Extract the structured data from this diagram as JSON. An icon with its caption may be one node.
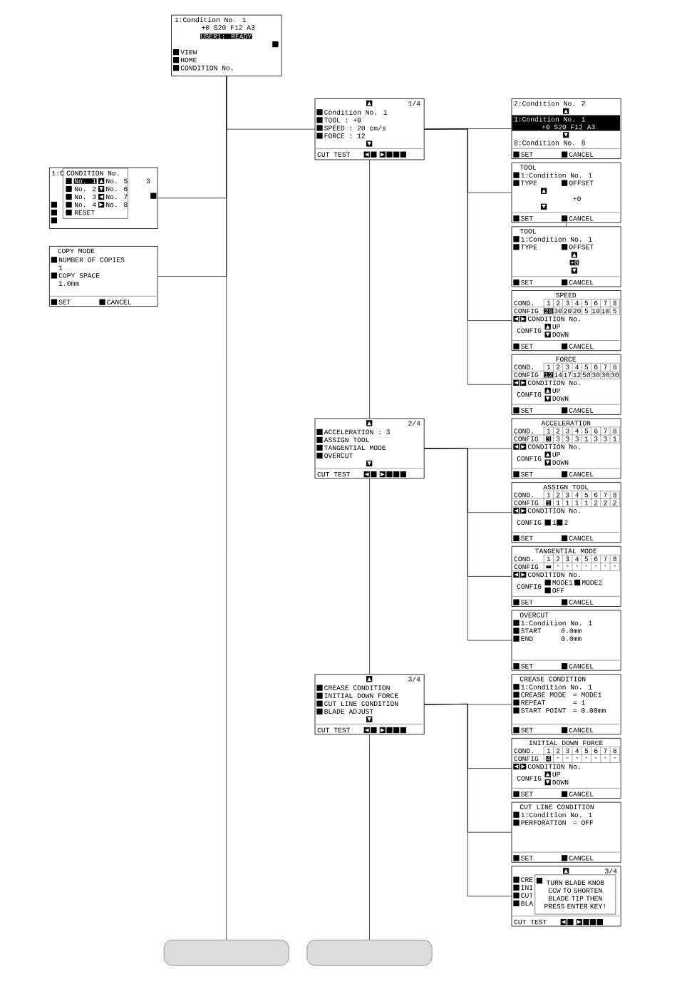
{
  "diagram": {
    "nodes": [
      {
        "text": [
          "1:Condition No. 1",
          "+0 S20 F12 A3",
          "USER1: READY",
          "VIEW",
          "HOME",
          "CONDITION No."
        ]
      },
      {
        "text": [
          "1:C",
          "3",
          "CONDITION No.",
          "No. 1",
          "No. 2",
          "No. 3",
          "No. 4",
          "RESET",
          "No. 5",
          "No. 6",
          "No. 7",
          "No. 8"
        ]
      },
      {
        "text": [
          "COPY MODE",
          "NUMBER OF COPIES",
          "1",
          "COPY SPACE",
          "1.0mm",
          "SET",
          "CANCEL"
        ]
      },
      {
        "text": [
          "1/4",
          "Condition No. 1",
          "TOOL : +0",
          "SPEED : 20 cm/s",
          "FORCE : 12",
          "CUT TEST"
        ]
      },
      {
        "text": [
          "2:Condition No. 2",
          "1:Condition No. 1",
          "+0 S20 F12 A3",
          "8:Condition No. 8",
          "SET",
          "CANCEL"
        ]
      },
      {
        "text": [
          "TOOL",
          "1:Condition No. 1",
          "TYPE",
          "OFFSET",
          "+0",
          "SET",
          "CANCEL"
        ]
      },
      {
        "text": [
          "TOOL",
          "1:Condition No. 1",
          "TYPE",
          "OFFSET",
          "+0",
          "SET",
          "CANCEL"
        ]
      },
      {
        "text": [
          "SPEED",
          "COND.",
          "1",
          "2",
          "3",
          "4",
          "5",
          "6",
          "7",
          "8",
          "CONFIG",
          "20",
          "30",
          "20",
          "20",
          "5",
          "10",
          "10",
          "5",
          "CONDITION No.",
          "CONFIG",
          "UP",
          "DOWN",
          "SET",
          "CANCEL"
        ]
      },
      {
        "text": [
          "FORCE",
          "COND.",
          "1",
          "2",
          "3",
          "4",
          "5",
          "6",
          "7",
          "8",
          "CONFIG",
          "12",
          "14",
          "17",
          "12",
          "50",
          "30",
          "30",
          "30",
          "CONDITION No.",
          "CONFIG",
          "UP",
          "DOWN",
          "SET",
          "CANCEL"
        ]
      },
      {
        "text": [
          "2/4",
          "ACCELERATION : 3",
          "ASSIGN TOOL",
          "TANGENTIAL MODE",
          "OVERCUT",
          "CUT TEST"
        ]
      },
      {
        "text": [
          "ACCELERATION",
          "COND.",
          "1",
          "2",
          "3",
          "4",
          "5",
          "6",
          "7",
          "8",
          "CONFIG",
          "3",
          "3",
          "3",
          "3",
          "1",
          "3",
          "3",
          "1",
          "CONDITION No.",
          "CONFIG",
          "UP",
          "DOWN",
          "SET",
          "CANCEL"
        ]
      },
      {
        "text": [
          "ASSIGN TOOL",
          "COND.",
          "1",
          "2",
          "3",
          "4",
          "5",
          "6",
          "7",
          "8",
          "CONFIG",
          "1",
          "1",
          "1",
          "1",
          "1",
          "2",
          "2",
          "2",
          "CONDITION No.",
          "CONFIG",
          "1",
          "2",
          "SET",
          "CANCEL"
        ]
      },
      {
        "text": [
          "TANGENTIAL MODE",
          "COND.",
          "1",
          "2",
          "3",
          "4",
          "5",
          "6",
          "7",
          "8",
          "CONFIG",
          "-",
          "-",
          "-",
          "-",
          "-",
          "-",
          "-",
          "-",
          "CONDITION No.",
          "CONFIG",
          "MODE1",
          "MODE2",
          "OFF",
          "SET",
          "CANCEL"
        ]
      },
      {
        "text": [
          "OVERCUT",
          "1:Condition No. 1",
          "START",
          "0.0mm",
          "END",
          "0.0mm",
          "SET",
          "CANCEL"
        ]
      },
      {
        "text": [
          "3/4",
          "CREASE CONDITION",
          "INITIAL DOWN FORCE",
          "CUT LINE CONDITION",
          "BLADE ADJUST",
          "CUT TEST"
        ]
      },
      {
        "text": [
          "CREASE CONDITION",
          "1:Condition No. 1",
          "CREASE MODE",
          "= MODE1",
          "REPEAT",
          "= 1",
          "START POINT",
          "= 0.00mm",
          "SET",
          "CANCEL"
        ]
      },
      {
        "text": [
          "INITIAL DOWN FORCE",
          "COND.",
          "1",
          "2",
          "3",
          "4",
          "5",
          "6",
          "7",
          "8",
          "CONFIG",
          "4",
          "-",
          "-",
          "-",
          "-",
          "-",
          "-",
          "-",
          "CONDITION No.",
          "CONFIG",
          "UP",
          "DOWN",
          "SET",
          "CANCEL"
        ]
      },
      {
        "text": [
          "CUT LINE CONDITION",
          "1:Condition No. 1",
          "PERFORATION",
          "= OFF",
          "SET",
          "CANCEL"
        ]
      },
      {
        "text": [
          "3/4",
          "CRE",
          "INI",
          "CUT",
          "BLA",
          "TURN BLADE KNOB CCW TO SHORTEN BLADE TIP THEN PRESS ENTER KEY!",
          "CUT TEST"
        ]
      },
      {
        "text": [],
        "shape": "box"
      },
      {
        "text": [],
        "shape": "box"
      }
    ],
    "edges": [
      {
        "from": 0,
        "to": 3,
        "arrow": "none"
      },
      {
        "from": 0,
        "to": 1,
        "arrow": "none"
      },
      {
        "from": 0,
        "to": 2,
        "arrow": "none"
      },
      {
        "from": 0,
        "to": 19,
        "arrow": "none"
      },
      {
        "from": 3,
        "to": 9,
        "arrow": "none"
      },
      {
        "from": 9,
        "to": 14,
        "arrow": "none"
      },
      {
        "from": 14,
        "to": 20,
        "arrow": "none"
      },
      {
        "from": 3,
        "to": 4,
        "arrow": "none"
      },
      {
        "from": 3,
        "to": 5,
        "arrow": "none"
      },
      {
        "from": 5,
        "to": 6,
        "arrow": "none"
      },
      {
        "from": 3,
        "to": 7,
        "arrow": "none"
      },
      {
        "from": 3,
        "to": 8,
        "arrow": "none"
      },
      {
        "from": 9,
        "to": 10,
        "arrow": "none"
      },
      {
        "from": 9,
        "to": 11,
        "arrow": "none"
      },
      {
        "from": 9,
        "to": 12,
        "arrow": "none"
      },
      {
        "from": 9,
        "to": 13,
        "arrow": "none"
      },
      {
        "from": 14,
        "to": 15,
        "arrow": "none"
      },
      {
        "from": 14,
        "to": 16,
        "arrow": "none"
      },
      {
        "from": 14,
        "to": 17,
        "arrow": "none"
      },
      {
        "from": 14,
        "to": 18,
        "arrow": "none"
      }
    ]
  }
}
